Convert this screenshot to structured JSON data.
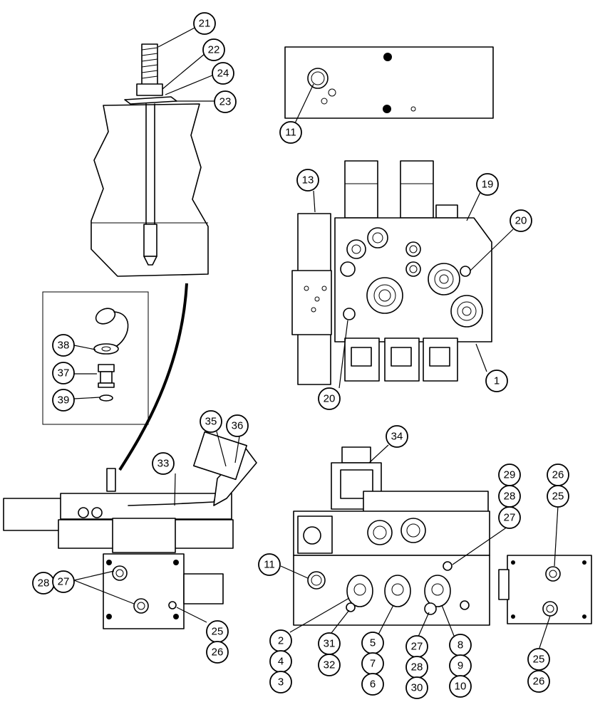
{
  "callouts": [
    "21",
    "22",
    "24",
    "23",
    "11",
    "13",
    "19",
    "20",
    "20",
    "1",
    "38",
    "37",
    "39",
    "35",
    "36",
    "33",
    "34",
    "29",
    "28",
    "27",
    "26",
    "25",
    "11",
    "28",
    "27",
    "25",
    "26",
    "2",
    "4",
    "3",
    "31",
    "32",
    "5",
    "7",
    "6",
    "27",
    "28",
    "30",
    "8",
    "9",
    "10",
    "25",
    "26"
  ]
}
